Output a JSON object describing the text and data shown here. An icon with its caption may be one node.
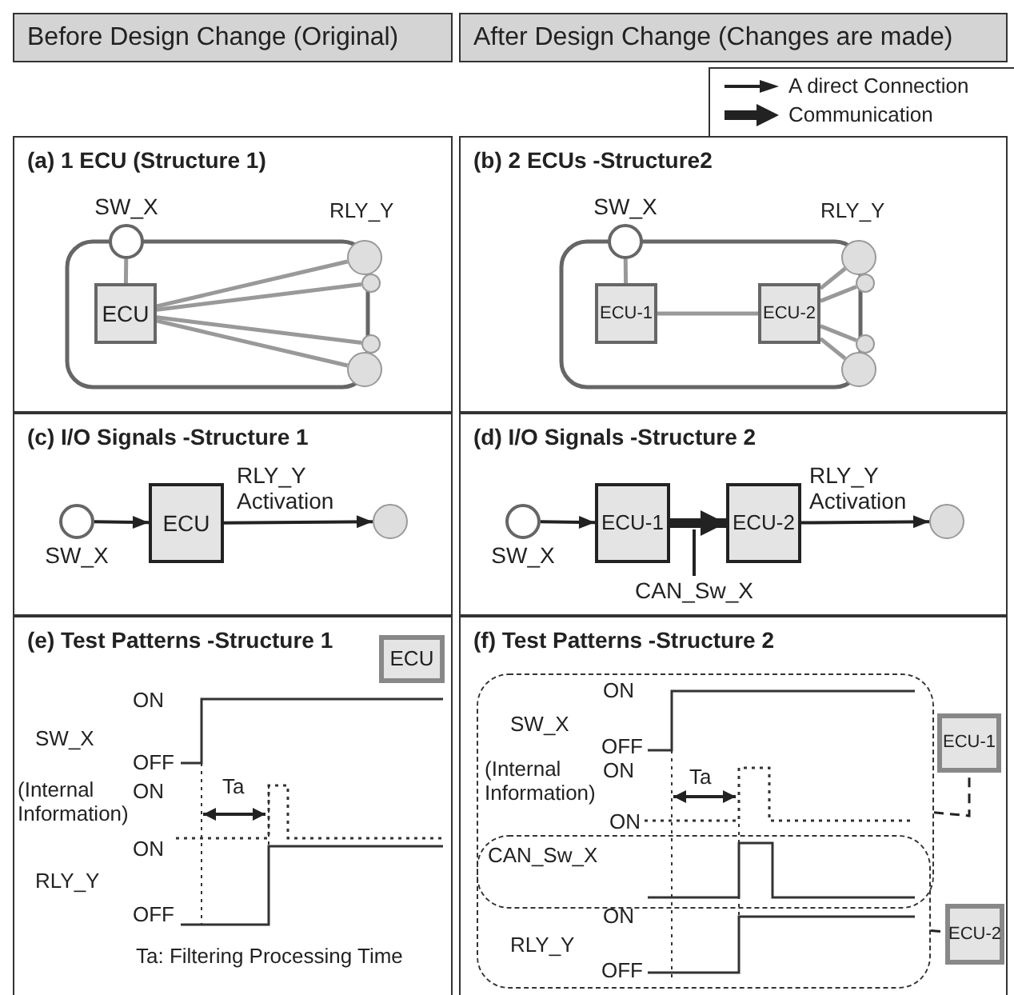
{
  "diagram": {
    "nodes": [
      {
        "text": [
          "Before Design Change (Original)"
        ]
      },
      {
        "text": [
          "After Design Change (Changes are made)"
        ]
      },
      {
        "text": [
          "(a) 1 ECU (Structure 1)"
        ]
      },
      {
        "text": [
          "SW_X"
        ],
        "in": 2
      },
      {
        "text": [
          "ECU"
        ],
        "in": 2
      },
      {
        "text": [],
        "shape": "circle",
        "in": 2
      },
      {
        "text": [],
        "shape": "circle",
        "in": 2
      },
      {
        "text": [],
        "shape": "circle",
        "in": 2
      },
      {
        "text": [],
        "shape": "circle",
        "in": 2
      },
      {
        "text": [
          "(b) 2 ECUs -Structure2"
        ]
      },
      {
        "text": [
          "SW_X"
        ],
        "in": 9
      },
      {
        "text": [
          "ECU-1"
        ],
        "in": 9
      },
      {
        "text": [
          "ECU-2"
        ],
        "in": 9
      },
      {
        "text": [],
        "shape": "circle",
        "in": 9
      },
      {
        "text": [],
        "shape": "circle",
        "in": 9
      },
      {
        "text": [],
        "shape": "circle",
        "in": 9
      },
      {
        "text": [],
        "shape": "circle",
        "in": 9
      },
      {
        "text": [
          "(c) I/O Signals -Structure 1"
        ]
      },
      {
        "text": [
          "SW_X"
        ],
        "in": 17
      },
      {
        "text": [
          "ECU"
        ],
        "in": 17
      },
      {
        "text": [],
        "shape": "circle",
        "in": 17
      },
      {
        "text": [
          "(d) I/O Signals -Structure 2"
        ]
      },
      {
        "text": [
          "SW_X"
        ],
        "in": 21
      },
      {
        "text": [
          "ECU-1"
        ],
        "in": 21
      },
      {
        "text": [
          "ECU-2"
        ],
        "in": 21
      },
      {
        "text": [],
        "shape": "circle",
        "in": 21
      },
      {
        "text": [
          "CAN_Sw_X"
        ],
        "in": 21
      },
      {
        "text": [
          "(e) Test Patterns -Structure 1"
        ]
      },
      {
        "text": [
          "ECU"
        ],
        "in": 27
      },
      {
        "text": [
          "(f) Test Patterns -Structure 2"
        ]
      },
      {
        "text": [],
        "shape": "box",
        "in": 29
      },
      {
        "text": [
          "ECU-1"
        ],
        "in": 29
      },
      {
        "text": [],
        "shape": "box",
        "in": 29
      },
      {
        "text": [
          "ECU-2"
        ],
        "in": 29
      }
    ],
    "edges": [
      {
        "from": 3,
        "to": 4,
        "arrow": "none"
      },
      {
        "from": 4,
        "to": 5,
        "arrow": "none"
      },
      {
        "from": 4,
        "to": 6,
        "arrow": "none"
      },
      {
        "from": 4,
        "to": 7,
        "arrow": "none"
      },
      {
        "from": 4,
        "to": 8,
        "arrow": "none"
      },
      {
        "from": 10,
        "to": 11,
        "arrow": "none"
      },
      {
        "from": 11,
        "to": 12,
        "arrow": "none"
      },
      {
        "from": 12,
        "to": 13,
        "arrow": "none"
      },
      {
        "from": 12,
        "to": 14,
        "arrow": "none"
      },
      {
        "from": 12,
        "to": 15,
        "arrow": "none"
      },
      {
        "from": 12,
        "to": 16,
        "arrow": "none"
      },
      {
        "from": 18,
        "to": 19,
        "arrow": "to",
        "color": "#222222"
      },
      {
        "from": 19,
        "to": 20,
        "arrow": "to",
        "label": "RLY_Y Activation",
        "color": "#222222"
      },
      {
        "from": 22,
        "to": 23,
        "arrow": "to",
        "color": "#222222"
      },
      {
        "from": 23,
        "to": 24,
        "arrow": "to",
        "style": "thick",
        "color": "#222222"
      },
      {
        "from": 24,
        "to": 25,
        "arrow": "to",
        "label": "RLY_Y Activation",
        "color": "#222222"
      },
      {
        "from": 26,
        "to": null,
        "arrow": "none",
        "color": "#222222"
      },
      {
        "from": 30,
        "to": 31,
        "arrow": "none",
        "style": "dashed",
        "color": "#222222"
      },
      {
        "from": 32,
        "to": 33,
        "arrow": "none",
        "style": "dashed",
        "color": "#222222"
      }
    ],
    "labels": [
      "RLY_Y",
      "RLY_Y",
      "ON",
      "SW_X",
      "OFF",
      "(Internal Information)",
      "ON",
      "Ta",
      "ON",
      "RLY_Y",
      "OFF",
      "Ta: Filtering Processing Time",
      "ON",
      "SW_X",
      "OFF",
      "(Internal Information)",
      "ON",
      "Ta",
      "ON",
      "CAN_Sw_X",
      "ON",
      "RLY_Y",
      "OFF"
    ],
    "legend": [
      {
        "text": "A direct Connection"
      },
      {
        "text": "Communication"
      }
    ]
  }
}
